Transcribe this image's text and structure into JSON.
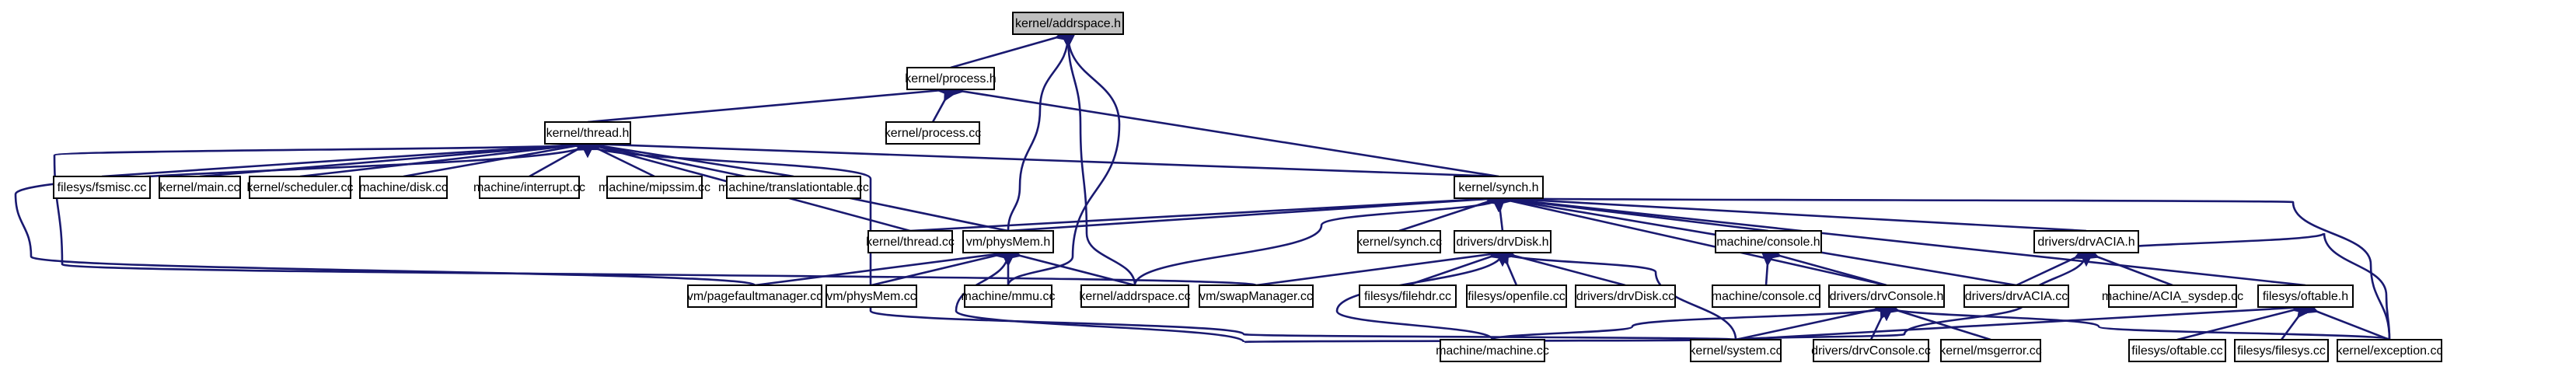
{
  "graph": {
    "root": "kernel/addrspace.h",
    "colors": {
      "edge": "#191970",
      "root_fill": "#bfbfbf",
      "node_fill": "#ffffff",
      "node_border": "#000000"
    },
    "nodes": [
      {
        "id": "addrspace_h",
        "label": "kernel/addrspace.h",
        "root": true
      },
      {
        "id": "process_h",
        "label": "kernel/process.h"
      },
      {
        "id": "process_cc",
        "label": "kernel/process.cc"
      },
      {
        "id": "thread_h",
        "label": "kernel/thread.h"
      },
      {
        "id": "fsmisc_cc",
        "label": "filesys/fsmisc.cc"
      },
      {
        "id": "main_cc",
        "label": "kernel/main.cc"
      },
      {
        "id": "scheduler_cc",
        "label": "kernel/scheduler.cc"
      },
      {
        "id": "disk_cc",
        "label": "machine/disk.cc"
      },
      {
        "id": "interrupt_cc",
        "label": "machine/interrupt.cc"
      },
      {
        "id": "mipssim_cc",
        "label": "machine/mipssim.cc"
      },
      {
        "id": "translationtable_cc",
        "label": "machine/translationtable.cc"
      },
      {
        "id": "synch_h",
        "label": "kernel/synch.h"
      },
      {
        "id": "thread_cc",
        "label": "kernel/thread.cc"
      },
      {
        "id": "physmem_h",
        "label": "vm/physMem.h"
      },
      {
        "id": "synch_cc",
        "label": "kernel/synch.cc"
      },
      {
        "id": "drvdisk_h",
        "label": "drivers/drvDisk.h"
      },
      {
        "id": "console_h",
        "label": "machine/console.h"
      },
      {
        "id": "drvacia_h",
        "label": "drivers/drvACIA.h"
      },
      {
        "id": "pagefaultmanager_cc",
        "label": "vm/pagefaultmanager.cc"
      },
      {
        "id": "physmem_cc",
        "label": "vm/physMem.cc"
      },
      {
        "id": "mmu_cc",
        "label": "machine/mmu.cc"
      },
      {
        "id": "addrspace_cc",
        "label": "kernel/addrspace.cc"
      },
      {
        "id": "swapmanager_cc",
        "label": "vm/swapManager.cc"
      },
      {
        "id": "filehdr_cc",
        "label": "filesys/filehdr.cc"
      },
      {
        "id": "openfile_cc",
        "label": "filesys/openfile.cc"
      },
      {
        "id": "drvdisk_cc",
        "label": "drivers/drvDisk.cc"
      },
      {
        "id": "console_cc",
        "label": "machine/console.cc"
      },
      {
        "id": "drvconsole_h",
        "label": "drivers/drvConsole.h"
      },
      {
        "id": "drvacia_cc",
        "label": "drivers/drvACIA.cc"
      },
      {
        "id": "acia_sysdep_cc",
        "label": "machine/ACIA_sysdep.cc"
      },
      {
        "id": "oftable_h",
        "label": "filesys/oftable.h"
      },
      {
        "id": "machine_cc",
        "label": "machine/machine.cc"
      },
      {
        "id": "system_cc",
        "label": "kernel/system.cc"
      },
      {
        "id": "drvconsole_cc",
        "label": "drivers/drvConsole.cc"
      },
      {
        "id": "msgerror_cc",
        "label": "kernel/msgerror.cc"
      },
      {
        "id": "oftable_cc",
        "label": "filesys/oftable.cc"
      },
      {
        "id": "filesys_cc",
        "label": "filesys/filesys.cc"
      },
      {
        "id": "exception_cc",
        "label": "kernel/exception.cc"
      }
    ],
    "edges": [
      [
        "addrspace_h",
        "process_h"
      ],
      [
        "addrspace_h",
        "physmem_h"
      ],
      [
        "addrspace_h",
        "addrspace_cc"
      ],
      [
        "addrspace_h",
        "mmu_cc"
      ],
      [
        "process_h",
        "process_cc"
      ],
      [
        "process_h",
        "thread_h"
      ],
      [
        "process_h",
        "synch_h"
      ],
      [
        "thread_h",
        "fsmisc_cc"
      ],
      [
        "thread_h",
        "main_cc"
      ],
      [
        "thread_h",
        "scheduler_cc"
      ],
      [
        "thread_h",
        "disk_cc"
      ],
      [
        "thread_h",
        "interrupt_cc"
      ],
      [
        "thread_h",
        "mipssim_cc"
      ],
      [
        "thread_h",
        "translationtable_cc"
      ],
      [
        "thread_h",
        "synch_h"
      ],
      [
        "thread_h",
        "thread_cc"
      ],
      [
        "thread_h",
        "physmem_h"
      ],
      [
        "thread_h",
        "pagefaultmanager_cc"
      ],
      [
        "thread_h",
        "swapmanager_cc"
      ],
      [
        "thread_h",
        "system_cc"
      ],
      [
        "synch_h",
        "thread_cc"
      ],
      [
        "synch_h",
        "physmem_h"
      ],
      [
        "synch_h",
        "synch_cc"
      ],
      [
        "synch_h",
        "drvdisk_h"
      ],
      [
        "synch_h",
        "console_h"
      ],
      [
        "synch_h",
        "drvacia_h"
      ],
      [
        "synch_h",
        "addrspace_cc"
      ],
      [
        "synch_h",
        "drvconsole_h"
      ],
      [
        "synch_h",
        "drvacia_cc"
      ],
      [
        "synch_h",
        "oftable_h"
      ],
      [
        "synch_h",
        "exception_cc"
      ],
      [
        "physmem_h",
        "pagefaultmanager_cc"
      ],
      [
        "physmem_h",
        "physmem_cc"
      ],
      [
        "physmem_h",
        "mmu_cc"
      ],
      [
        "physmem_h",
        "addrspace_cc"
      ],
      [
        "physmem_h",
        "system_cc"
      ],
      [
        "drvdisk_h",
        "swapmanager_cc"
      ],
      [
        "drvdisk_h",
        "filehdr_cc"
      ],
      [
        "drvdisk_h",
        "openfile_cc"
      ],
      [
        "drvdisk_h",
        "drvdisk_cc"
      ],
      [
        "drvdisk_h",
        "machine_cc"
      ],
      [
        "drvdisk_h",
        "system_cc"
      ],
      [
        "console_h",
        "console_cc"
      ],
      [
        "console_h",
        "drvconsole_h"
      ],
      [
        "drvacia_h",
        "drvacia_cc"
      ],
      [
        "drvacia_h",
        "acia_sysdep_cc"
      ],
      [
        "drvacia_h",
        "system_cc"
      ],
      [
        "drvacia_h",
        "exception_cc"
      ],
      [
        "drvconsole_h",
        "machine_cc"
      ],
      [
        "drvconsole_h",
        "system_cc"
      ],
      [
        "drvconsole_h",
        "drvconsole_cc"
      ],
      [
        "drvconsole_h",
        "msgerror_cc"
      ],
      [
        "drvconsole_h",
        "exception_cc"
      ],
      [
        "oftable_h",
        "system_cc"
      ],
      [
        "oftable_h",
        "oftable_cc"
      ],
      [
        "oftable_h",
        "filesys_cc"
      ],
      [
        "oftable_h",
        "exception_cc"
      ]
    ]
  }
}
